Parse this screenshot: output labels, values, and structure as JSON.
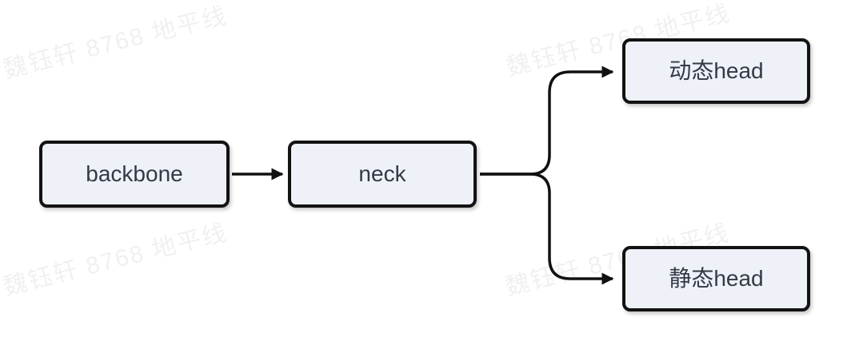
{
  "diagram": {
    "type": "flowchart",
    "direction": "left-to-right",
    "nodes": [
      {
        "id": "backbone",
        "label": "backbone"
      },
      {
        "id": "neck",
        "label": "neck"
      },
      {
        "id": "dynamic-head",
        "label": "动态head"
      },
      {
        "id": "static-head",
        "label": "静态head"
      }
    ],
    "edges": [
      {
        "from": "backbone",
        "to": "neck"
      },
      {
        "from": "neck",
        "to": "dynamic-head"
      },
      {
        "from": "neck",
        "to": "static-head"
      }
    ]
  },
  "watermark": {
    "text": "魏钰轩 8768 地平线"
  },
  "colors": {
    "background": "#ffffff",
    "node_fill": "#eef1f8",
    "node_border": "#121212",
    "node_text": "#333a45",
    "arrow": "#111111",
    "watermark": "rgba(0,0,0,0.06)"
  }
}
